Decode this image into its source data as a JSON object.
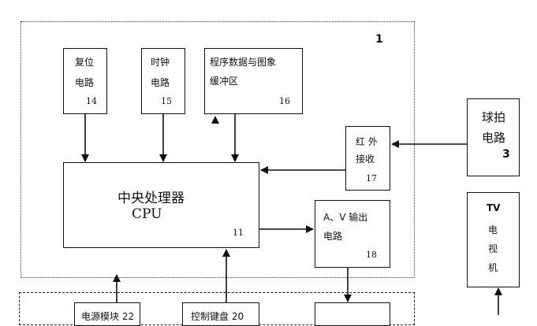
{
  "main_board": {
    "label": "1"
  },
  "reset": {
    "line1": "复位",
    "line2": "电路",
    "num": "14"
  },
  "clock": {
    "line1": "时钟",
    "line2": "电路",
    "num": "15"
  },
  "buffer": {
    "line1": "程序数据与图象",
    "line2": "缓冲区",
    "num": "16"
  },
  "ir": {
    "line1": "红 外",
    "line2": "接收",
    "num": "17"
  },
  "cpu": {
    "line1": "中央处理器",
    "line2": "CPU",
    "num": "11"
  },
  "av": {
    "line1": "A、V 输出",
    "line2": "电路",
    "num": "18"
  },
  "ball": {
    "line1": "球拍",
    "line2": "电路",
    "num": "3"
  },
  "tv": {
    "line1": "TV",
    "line2": "电",
    "line3": "视",
    "line4": "机"
  },
  "lower": {
    "b1": "电源模块   22",
    "b2": "控制键盘   20",
    "b3": ""
  },
  "colors": {
    "line": "#111111",
    "background": "#ffffff"
  }
}
